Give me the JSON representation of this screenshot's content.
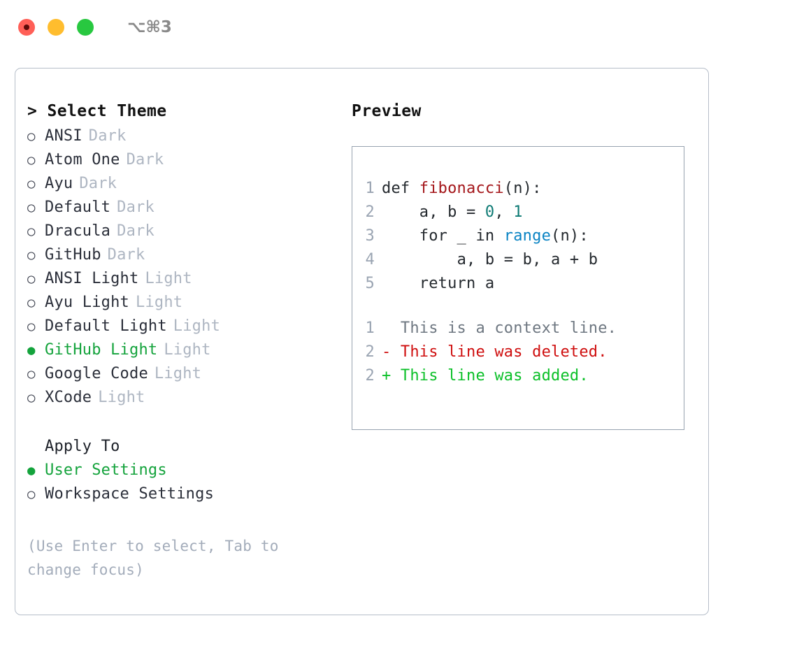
{
  "titlebar": {
    "shortcut": "⌥⌘3",
    "lights": [
      {
        "name": "close",
        "color": "#ff5f57"
      },
      {
        "name": "minimize",
        "color": "#ffbd2e"
      },
      {
        "name": "maximize",
        "color": "#28c840"
      }
    ]
  },
  "theme_picker": {
    "prompt": ">",
    "heading": "Select Theme",
    "items": [
      {
        "marker": "○",
        "label": "ANSI",
        "variant": "Dark",
        "selected": false
      },
      {
        "marker": "○",
        "label": "Atom One",
        "variant": "Dark",
        "selected": false
      },
      {
        "marker": "○",
        "label": "Ayu",
        "variant": "Dark",
        "selected": false
      },
      {
        "marker": "○",
        "label": "Default",
        "variant": "Dark",
        "selected": false
      },
      {
        "marker": "○",
        "label": "Dracula",
        "variant": "Dark",
        "selected": false
      },
      {
        "marker": "○",
        "label": "GitHub",
        "variant": "Dark",
        "selected": false
      },
      {
        "marker": "○",
        "label": "ANSI Light",
        "variant": "Light",
        "selected": false
      },
      {
        "marker": "○",
        "label": "Ayu Light",
        "variant": "Light",
        "selected": false
      },
      {
        "marker": "○",
        "label": "Default Light",
        "variant": "Light",
        "selected": false
      },
      {
        "marker": "●",
        "label": "GitHub Light",
        "variant": "Light",
        "selected": true
      },
      {
        "marker": "○",
        "label": "Google Code",
        "variant": "Light",
        "selected": false
      },
      {
        "marker": "○",
        "label": "XCode",
        "variant": "Light",
        "selected": false
      }
    ]
  },
  "apply_to": {
    "heading": "Apply To",
    "items": [
      {
        "marker": "●",
        "label": "User Settings",
        "selected": true
      },
      {
        "marker": "○",
        "label": "Workspace Settings",
        "selected": false
      }
    ]
  },
  "hint": "(Use Enter to select, Tab to change focus)",
  "preview": {
    "heading": "Preview",
    "code_lines": [
      {
        "no": "1",
        "indent": "",
        "parts": [
          {
            "text": "def ",
            "tok": "plain"
          },
          {
            "text": "fibonacci",
            "tok": "fn"
          },
          {
            "text": "(n):",
            "tok": "plain"
          }
        ]
      },
      {
        "no": "2",
        "indent": "    ",
        "parts": [
          {
            "text": "a, b = ",
            "tok": "plain"
          },
          {
            "text": "0",
            "tok": "num"
          },
          {
            "text": ", ",
            "tok": "plain"
          },
          {
            "text": "1",
            "tok": "num"
          }
        ]
      },
      {
        "no": "3",
        "indent": "    ",
        "parts": [
          {
            "text": "for _ in ",
            "tok": "plain"
          },
          {
            "text": "range",
            "tok": "call"
          },
          {
            "text": "(n):",
            "tok": "plain"
          }
        ]
      },
      {
        "no": "4",
        "indent": "        ",
        "parts": [
          {
            "text": "a, b = b, a + b",
            "tok": "plain"
          }
        ]
      },
      {
        "no": "5",
        "indent": "    ",
        "parts": [
          {
            "text": "return a",
            "tok": "plain"
          }
        ]
      }
    ],
    "diff_lines": [
      {
        "no": "1",
        "sign": "  ",
        "text": "This is a context line.",
        "kind": "ctx"
      },
      {
        "no": "2",
        "sign": "- ",
        "text": "This line was deleted.",
        "kind": "del"
      },
      {
        "no": "2",
        "sign": "+ ",
        "text": "This line was added.",
        "kind": "add"
      }
    ]
  },
  "colors": {
    "accent_green": "#14a33c",
    "diff_add": "#0cc029",
    "diff_del": "#cf0f0f",
    "function": "#a4161a",
    "number": "#0d7a74",
    "call": "#0b84c4",
    "muted": "#aeb6c2",
    "border": "#b6bec9"
  }
}
